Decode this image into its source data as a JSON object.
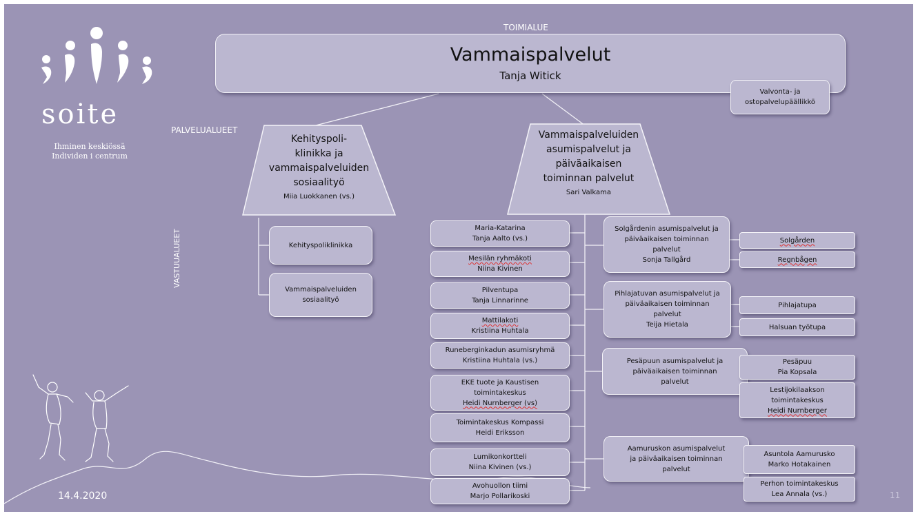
{
  "slide": {
    "toimialue_label": "TOIMIALUE",
    "palvelualueet_label": "PALVELUALUEET",
    "vastuualueet_label": "VASTUUALUEET",
    "date": "14.4.2020",
    "page_number": "11",
    "accent_background": "#9b94b5",
    "box_fill": "#bbb7d0"
  },
  "logo": {
    "wordmark": "soite",
    "tagline_1": "Ihminen keskiössä",
    "tagline_2": "Individen i centrum"
  },
  "top": {
    "title": "Vammaispalvelut",
    "name": "Tanja Witick",
    "side_box": [
      "Valvonta- ja",
      "ostopalvelupäällikkö"
    ]
  },
  "area_left": {
    "title": [
      "Kehityspoli-",
      "klinikka ja",
      "vammaispalveluiden",
      "sosiaalityö"
    ],
    "name": "Miia Luokkanen (vs.)",
    "units": [
      [
        "Kehityspoliklinikka"
      ],
      [
        "Vammaispalveluiden",
        "sosiaalityö"
      ]
    ]
  },
  "area_right": {
    "title": [
      "Vammaispalveluiden",
      "asumispalvelut ja",
      "päiväaikaisen",
      "toiminnan palvelut"
    ],
    "name": "Sari Valkama",
    "units": [
      [
        "Maria-Katarina",
        "Tanja Aalto (vs.)"
      ],
      [
        "Mesilän ryhmäkoti",
        "Niina Kivinen"
      ],
      [
        "Pilventupa",
        "Tanja Linnarinne"
      ],
      [
        "Mattilakoti",
        "Kristiina Huhtala"
      ],
      [
        "Runeberginkadun asumisryhmä",
        "Kristiina Huhtala (vs.)"
      ],
      [
        "EKE tuote ja Kaustisen",
        "toimintakeskus",
        "Heidi Nurnberger (vs)"
      ],
      [
        "Toimintakeskus Kompassi",
        "Heidi Eriksson"
      ],
      [
        "Lumikonkortteli",
        "Niina Kivinen (vs.)"
      ],
      [
        "Avohuollon tiimi",
        "Marjo Pollarikoski"
      ]
    ],
    "groups": [
      [
        "Solgårdenin asumispalvelut ja",
        "päiväaikaisen toiminnan",
        "palvelut",
        "Sonja Tallgård"
      ],
      [
        "Pihlajatuvan asumispalvelut ja",
        "päiväaikaisen toiminnan",
        "palvelut",
        "Teija Hietala"
      ],
      [
        "Pesäpuun asumispalvelut ja",
        "päiväaikaisen toiminnan",
        "palvelut"
      ],
      [
        "Aamuruskon asumispalvelut",
        "ja päiväaikaisen toiminnan",
        "palvelut"
      ]
    ],
    "subunits": [
      [
        "Solgården"
      ],
      [
        "Regnbågen"
      ],
      [
        "Pihlajatupa"
      ],
      [
        "Halsuan työtupa"
      ],
      [
        "Pesäpuu",
        "Pia Kopsala"
      ],
      [
        "Lestijokilaakson",
        "toimintakeskus",
        "Heidi Nurnberger"
      ],
      [
        "Asuntola Aamurusko",
        "Marko Hotakainen"
      ],
      [
        "Perhon toimintakeskus",
        "Lea Annala (vs.)"
      ]
    ]
  }
}
